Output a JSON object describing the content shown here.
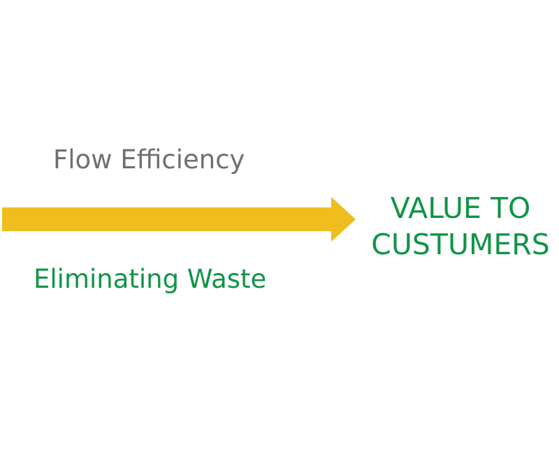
{
  "diagram": {
    "top_label": "Flow Efficiency",
    "bottom_label": "Eliminating Waste",
    "outcome_line1": "VALUE TO",
    "outcome_line2": "CUSTUMERS"
  },
  "colors": {
    "top_label": "#707070",
    "bottom_label": "#119447",
    "outcome": "#119447",
    "arrow": "#EFBD1E",
    "background": "#FFFFFF"
  },
  "icons": {
    "arrow": "right-arrow-icon"
  }
}
